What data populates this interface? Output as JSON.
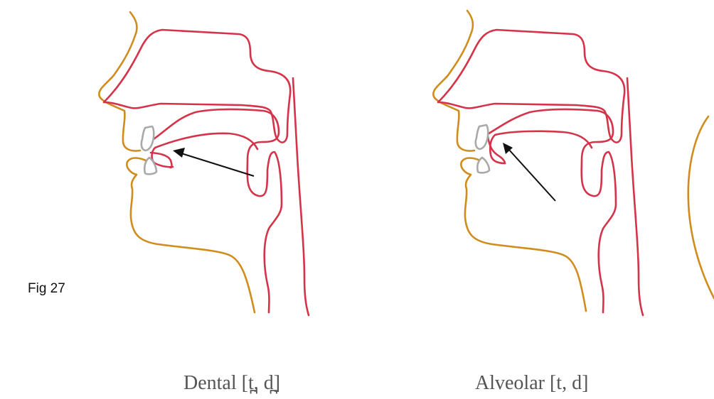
{
  "figure_label": "Fig 27",
  "panels": [
    {
      "id": "dental",
      "caption": "Dental [t̪, d̪]"
    },
    {
      "id": "alveolar",
      "caption": "Alveolar [t, d]"
    }
  ],
  "colors": {
    "skin_outline": "#d08c1c",
    "vocal_tract_outline": "#d5334a",
    "teeth": "#a9a9a9",
    "arrow": "#111111",
    "caption_text": "#555555"
  }
}
